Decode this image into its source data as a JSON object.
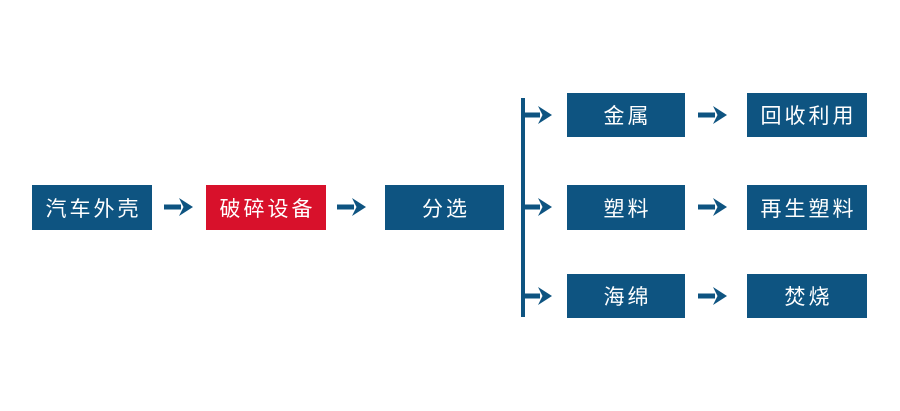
{
  "diagram": {
    "type": "flowchart",
    "description": "Car shell recycling process flow",
    "colors": {
      "node_blue": "#0e5481",
      "node_red": "#d8112b",
      "connector": "#0e5481",
      "text_white": "#ffffff",
      "background": "#ffffff"
    },
    "nodes": {
      "car_shell": "汽车外壳",
      "crusher": "破碎设备",
      "sorting": "分选",
      "metal": "金属",
      "plastic": "塑料",
      "sponge": "海绵",
      "recycling_use": "回收利用",
      "recycled_plastic": "再生塑料",
      "incineration": "焚烧"
    },
    "edges": [
      {
        "from": "汽车外壳",
        "to": "破碎设备"
      },
      {
        "from": "破碎设备",
        "to": "分选"
      },
      {
        "from": "分选",
        "to": "金属"
      },
      {
        "from": "分选",
        "to": "塑料"
      },
      {
        "from": "分选",
        "to": "海绵"
      },
      {
        "from": "金属",
        "to": "回收利用"
      },
      {
        "from": "塑料",
        "to": "再生塑料"
      },
      {
        "from": "海绵",
        "to": "焚烧"
      }
    ],
    "icons": {
      "arrow_icon": "→"
    }
  }
}
